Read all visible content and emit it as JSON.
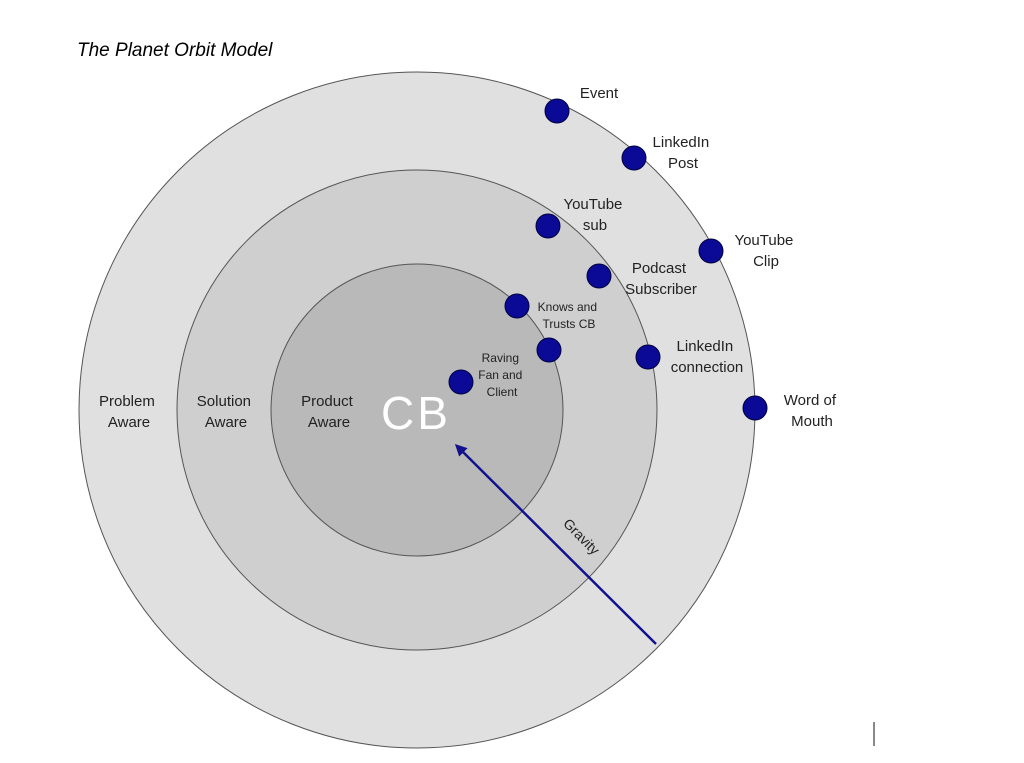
{
  "title": "The Planet Orbit Model",
  "colors": {
    "outer_ring": "#e0e0e0",
    "middle_ring": "#cfcfcf",
    "inner_ring": "#b9b9b9",
    "ring_stroke": "#555555",
    "dot": "#0a0a96",
    "arrow": "#12128c",
    "center_text": "#ffffff"
  },
  "rings": {
    "outer": [
      "Problem",
      "Aware"
    ],
    "middle": [
      "Solution",
      "Aware"
    ],
    "inner": [
      "Product",
      "Aware"
    ]
  },
  "center_label": "CB",
  "arrow_label": "Gravity",
  "touchpoints": {
    "event": [
      "Event"
    ],
    "linkedin_post": [
      "LinkedIn",
      "Post"
    ],
    "youtube_clip": [
      "YouTube",
      "Clip"
    ],
    "word_of_mouth": [
      "Word of",
      "Mouth"
    ],
    "youtube_sub": [
      "YouTube",
      "sub"
    ],
    "podcast_subscriber": [
      "Podcast",
      "Subscriber"
    ],
    "linkedin_connection": [
      "LinkedIn",
      "connection"
    ],
    "knows_and_trusts": [
      "Knows and",
      "Trusts CB"
    ],
    "raving_fan": [
      "Raving",
      "Fan and",
      "Client"
    ]
  }
}
